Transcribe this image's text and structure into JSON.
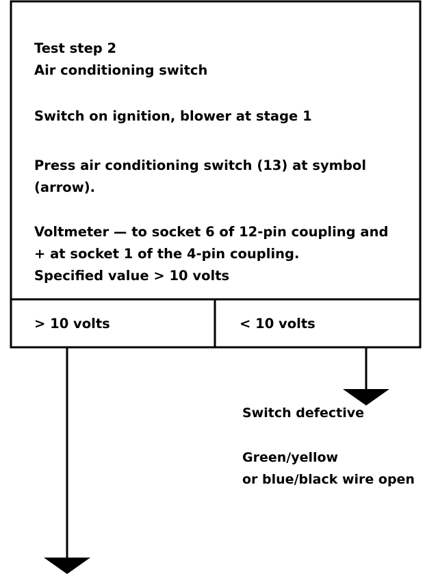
{
  "step": {
    "title": "Test step 2",
    "subtitle": "Air conditioning switch",
    "instruction1": "Switch on ignition, blower at stage 1",
    "instruction2_line1": "Press air conditioning switch (13) at symbol",
    "instruction2_line2": "(arrow).",
    "instruction3_line1": "Voltmeter — to socket 6 of 12-pin coupling and",
    "instruction3_line2": "+ at socket 1 of the 4-pin coupling.",
    "instruction3_line3": "Specified value > 10 volts"
  },
  "outcomes": {
    "left_label": "> 10 volts",
    "right_label": "< 10 volts"
  },
  "result_right": {
    "line1": "Switch defective",
    "line2": "Green/yellow",
    "line3": "or blue/black wire open"
  },
  "colors": {
    "ink": "#000000",
    "background": "#ffffff"
  }
}
